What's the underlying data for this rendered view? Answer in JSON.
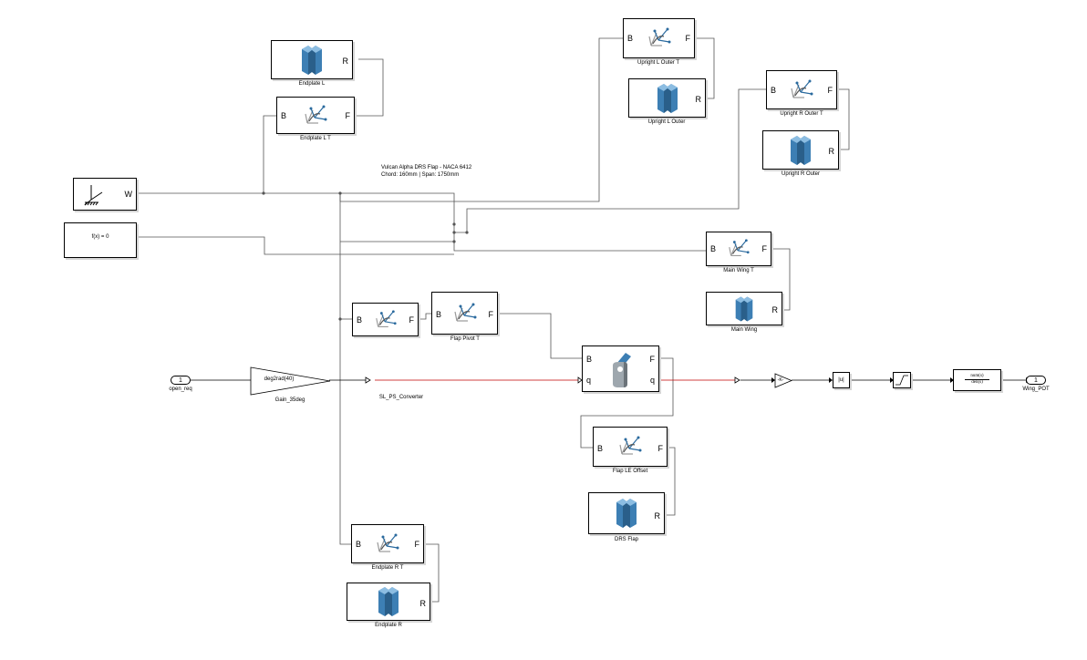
{
  "model": {
    "annotation": {
      "line1": "Vulcan Alpha DRS Flap - NACA 6412",
      "line2": "Chord: 160mm | Span: 1750mm"
    },
    "ports": {
      "base": "B",
      "follower": "F",
      "reference": "R",
      "world": "W",
      "physical_q": "q"
    },
    "blocks": {
      "endplate_l": "Endplate L",
      "endplate_l_t": "Endplate L T",
      "upright_l_outer_t": "Upright L Outer T",
      "upright_l_outer": "Upright L Outer",
      "upright_r_outer_t": "Upright R Outer T",
      "upright_r_outer": "Upright R Outer",
      "main_wing_t": "Main Wing T",
      "main_wing": "Main Wing",
      "flap_pivot_t": "Flap Pivot T",
      "flap_le_offset": "Flap LE Offset",
      "drs_flap": "DRS Flap",
      "endplate_r_t": "Endplate R T",
      "endplate_r": "Endplate R",
      "solver": "f(x) = 0",
      "gain": "Gain_35deg",
      "gain_expr": "deg2rad(40)",
      "converter": "SL_PS_Converter",
      "gain2_expr": "-K-",
      "abs_expr": "|u|",
      "tf_num": "num(s)",
      "tf_den": "den(s)"
    },
    "io": {
      "in_num": "1",
      "in_name": "open_req",
      "out_num": "1",
      "out_name": "Wing_POT"
    },
    "colors": {
      "signal_wire": "#c00000",
      "physical_wire": "#555555",
      "body_blue": "#3d7fb4"
    }
  }
}
